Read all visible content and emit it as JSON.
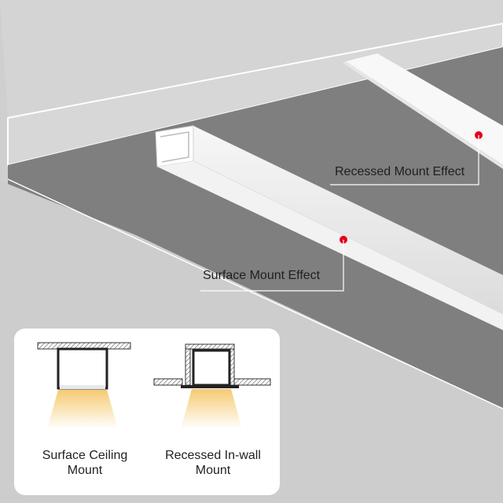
{
  "scene": {
    "recessed_callout": "Recessed Mount Effect",
    "surface_callout": "Surface Mount Effect",
    "marker_color": "#e3001b",
    "ceiling_color": "#7d7d7d",
    "background_color": "#cfcfcf"
  },
  "legend": {
    "surface": {
      "line1": "Surface Ceiling",
      "line2": "Mount",
      "icon": "surface-ceiling-mount-diagram"
    },
    "recessed": {
      "line1": "Recessed In-wall",
      "line2": "Mount",
      "icon": "recessed-in-wall-mount-diagram"
    },
    "light_color": "#f5c76a"
  }
}
